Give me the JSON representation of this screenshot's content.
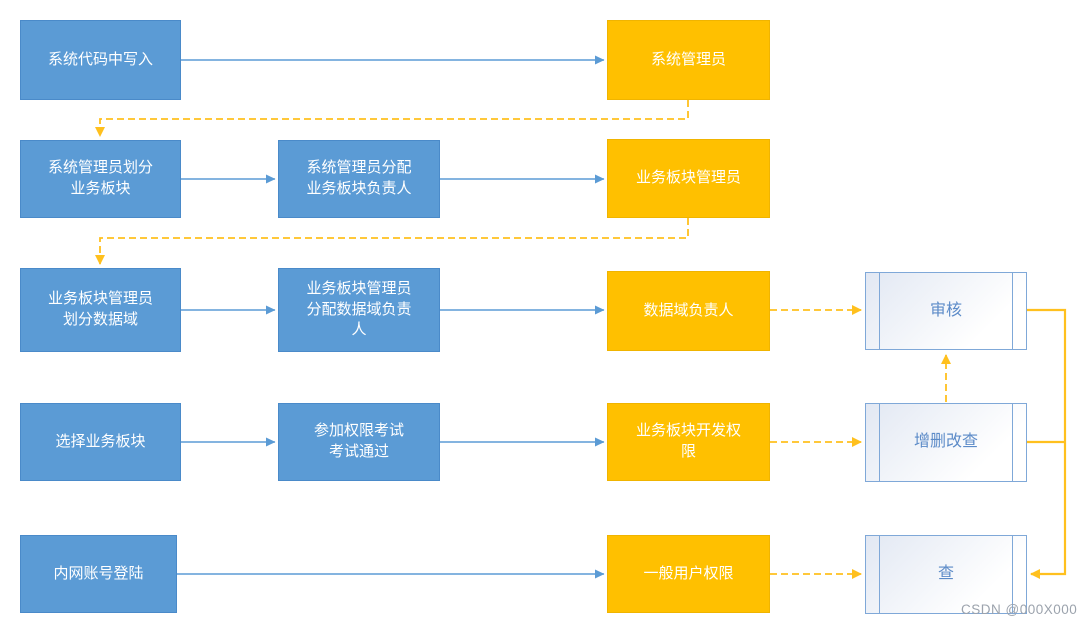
{
  "colors": {
    "blue_box": "#5B9BD5",
    "blue_box_border": "#4A8AC9",
    "blue_arrow": "#5B9BD5",
    "orange_box": "#FFC000",
    "orange_box_border": "#F0B400",
    "orange_line": "#FFC01E",
    "white_box_border": "#7FA8D8",
    "white_box_text": "#5C8BC8",
    "white_box_fill_start": "#E2E8F3",
    "white_box_fill_end": "#FFFFFF",
    "watermark": "#9CA3AD"
  },
  "nodes": {
    "sys_code": {
      "label": "系统代码中写入"
    },
    "sys_admin": {
      "label": "系统管理员"
    },
    "admin_divide": {
      "label": "系统管理员划分\n业务板块"
    },
    "admin_assign": {
      "label": "系统管理员分配\n业务板块负责人"
    },
    "board_admin": {
      "label": "业务板块管理员"
    },
    "board_divide": {
      "label": "业务板块管理员\n划分数据域"
    },
    "board_assign": {
      "label": "业务板块管理员\n分配数据域负责\n人"
    },
    "domain_owner": {
      "label": "数据域负责人"
    },
    "review": {
      "label": "审核"
    },
    "select_board": {
      "label": "选择业务板块"
    },
    "exam": {
      "label": "参加权限考试\n考试通过"
    },
    "dev_perm": {
      "label": "业务板块开发权\n限"
    },
    "crud": {
      "label": "增删改查"
    },
    "intranet": {
      "label": "内网账号登陆"
    },
    "general_perm": {
      "label": "一般用户权限"
    },
    "query": {
      "label": "查"
    }
  },
  "watermark": "CSDN @000X000"
}
